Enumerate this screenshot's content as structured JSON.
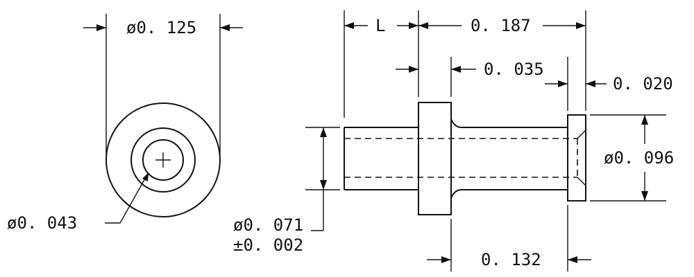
{
  "dimensions": {
    "outer_diameter": "ø0. 125",
    "hole_diameter": "ø0. 043",
    "length_L": "L",
    "length_0187": "0. 187",
    "flange_width": "0. 035",
    "head_width": "0. 020",
    "head_diameter": "ø0. 096",
    "shank_diameter": "ø0. 071",
    "shank_tolerance": "±0. 002",
    "length_0132": "0. 132"
  }
}
